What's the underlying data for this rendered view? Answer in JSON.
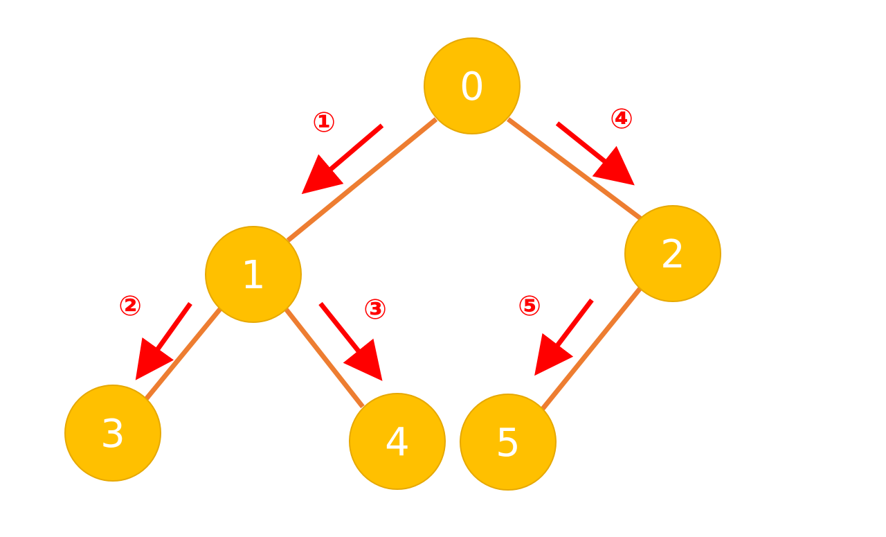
{
  "diagram": {
    "nodes": [
      {
        "id": "0",
        "label": "0"
      },
      {
        "id": "1",
        "label": "1"
      },
      {
        "id": "2",
        "label": "2"
      },
      {
        "id": "3",
        "label": "3"
      },
      {
        "id": "4",
        "label": "4"
      },
      {
        "id": "5",
        "label": "5"
      }
    ],
    "edges": [
      {
        "from": "0",
        "to": "1"
      },
      {
        "from": "0",
        "to": "2"
      },
      {
        "from": "1",
        "to": "3"
      },
      {
        "from": "1",
        "to": "4"
      },
      {
        "from": "2",
        "to": "5"
      }
    ],
    "steps": [
      {
        "label": "①",
        "edge": "0-1"
      },
      {
        "label": "②",
        "edge": "1-3"
      },
      {
        "label": "③",
        "edge": "1-4"
      },
      {
        "label": "④",
        "edge": "0-2"
      },
      {
        "label": "⑤",
        "edge": "2-5"
      }
    ],
    "colors": {
      "node_fill": "#FFC000",
      "node_stroke": "#E6A800",
      "node_text": "#FFFFFF",
      "edge": "#ED7D31",
      "arrow": "#FF0000",
      "step_text": "#FF0000"
    }
  }
}
